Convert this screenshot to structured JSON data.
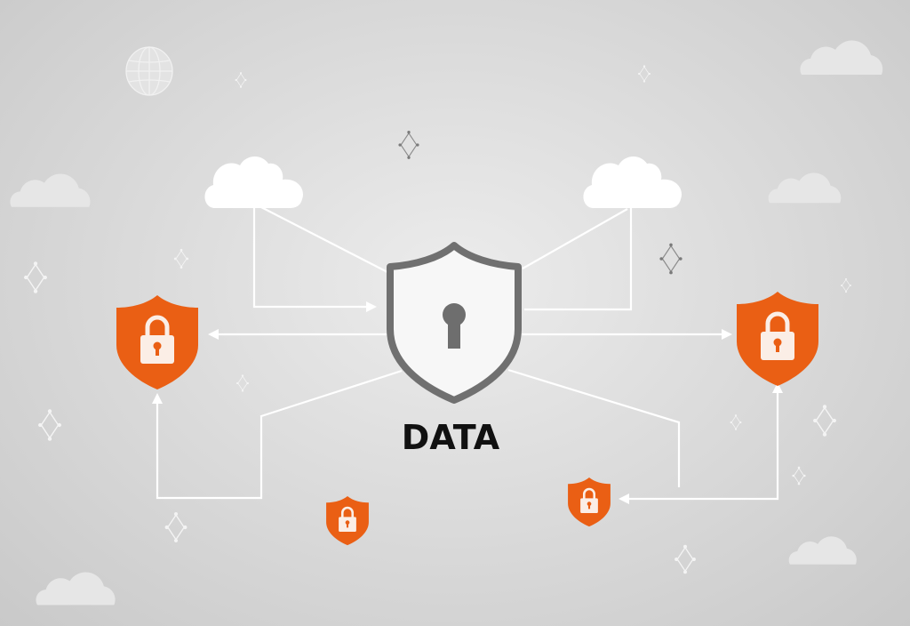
{
  "title": "DATA",
  "colors": {
    "background": "#dcdcdc",
    "accent_orange": "#ea5f14",
    "central_shield_stroke": "#6e6e6e",
    "central_shield_fill": "#f7f7f7",
    "connector": "#ffffff",
    "cloud_main": "#ffffff",
    "cloud_background": "#e6e6e6",
    "text": "#111111"
  },
  "nodes": [
    {
      "id": "central-shield",
      "icon": "keyhole-shield-icon",
      "label": "DATA"
    },
    {
      "id": "cloud-left",
      "icon": "cloud-icon"
    },
    {
      "id": "cloud-right",
      "icon": "cloud-icon"
    },
    {
      "id": "shield-left",
      "icon": "padlock-shield-icon"
    },
    {
      "id": "shield-right",
      "icon": "padlock-shield-icon"
    },
    {
      "id": "shield-small-bottom-left",
      "icon": "padlock-shield-icon"
    },
    {
      "id": "shield-small-bottom-right",
      "icon": "padlock-shield-icon"
    }
  ],
  "decorations": [
    "globe-icon",
    "sparkle-icon",
    "background-cloud-icon"
  ]
}
